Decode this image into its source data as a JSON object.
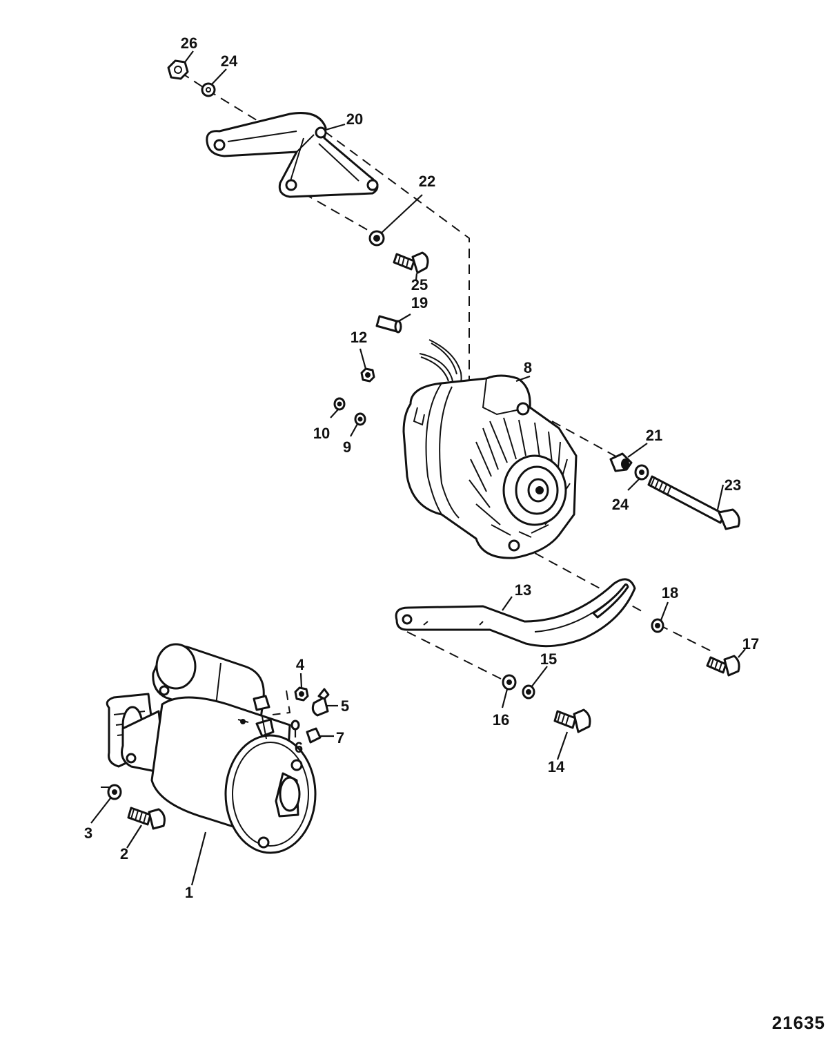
{
  "drawing_number": "21635",
  "callouts": {
    "c1": "1",
    "c2": "2",
    "c3": "3",
    "c4": "4",
    "c5": "5",
    "c6": "6",
    "c7": "7",
    "c8": "8",
    "c9": "9",
    "c10": "10",
    "c12": "12",
    "c13": "13",
    "c14": "14",
    "c15": "15",
    "c16": "16",
    "c17": "17",
    "c18": "18",
    "c19": "19",
    "c20": "20",
    "c21": "21",
    "c22": "22",
    "c23": "23",
    "c24a": "24",
    "c24b": "24",
    "c25": "25",
    "c26": "26"
  }
}
